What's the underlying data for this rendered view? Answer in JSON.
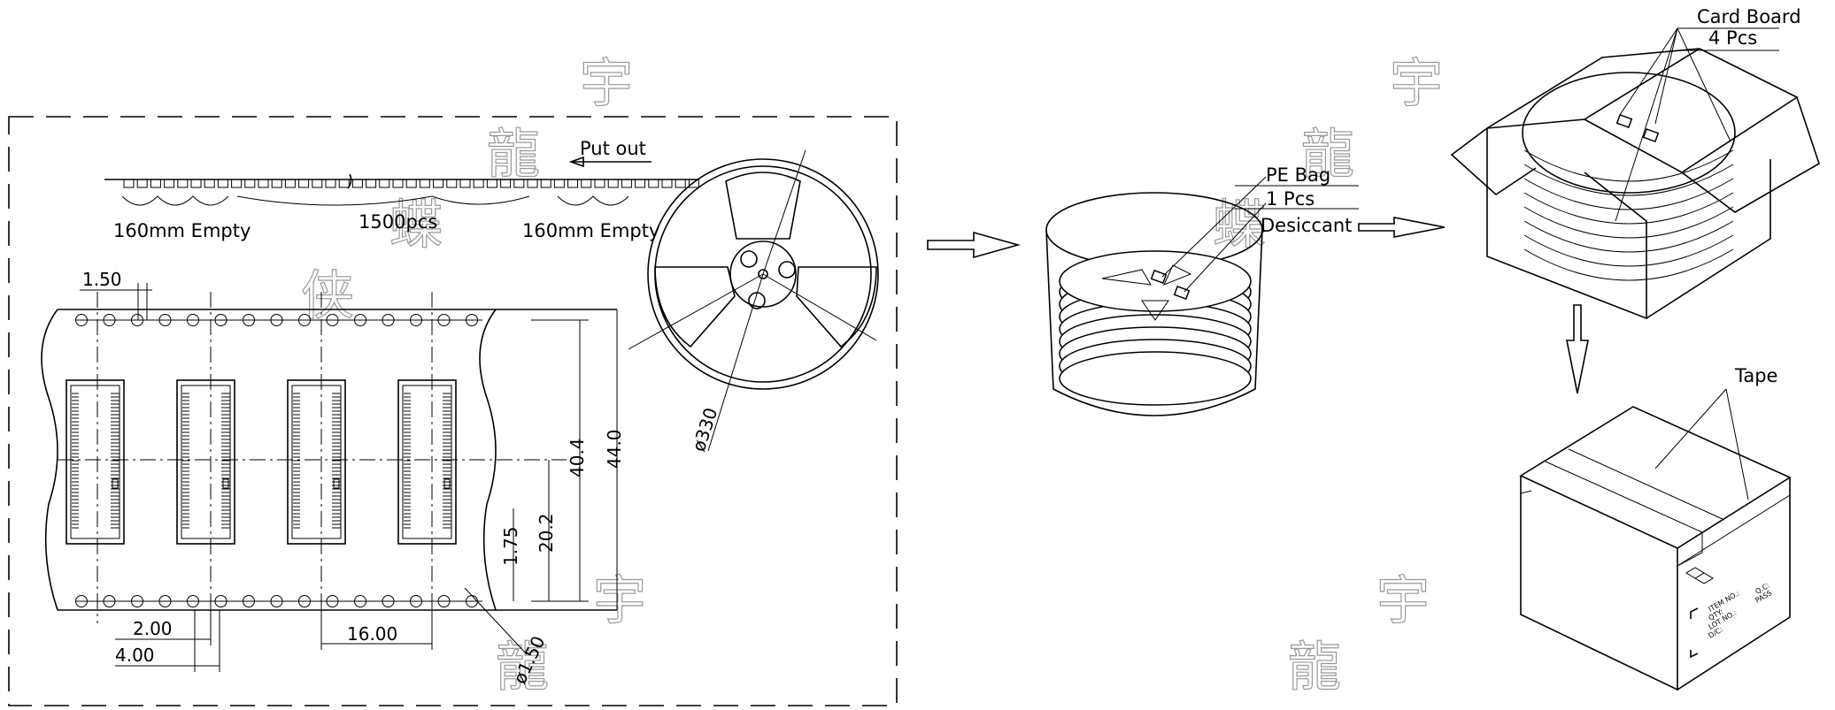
{
  "tape_reel": {
    "put_out": "Put out",
    "leader_empty": "160mm Empty",
    "component_count": "1500pcs",
    "trailer_empty": "160mm Empty",
    "reel_diameter": "ø330"
  },
  "tape_dimensions": {
    "hole_diameter": "1.50",
    "hole_pitch": "2.00",
    "sprocket_pitch": "4.00",
    "component_pitch": "16.00",
    "hole_edge_offset": "1.75",
    "center_offset": "20.2",
    "hole_row_span": "40.4",
    "tape_width": "44.0",
    "cavity_hole": "ø1.50"
  },
  "pe_bag": {
    "bag_label": "PE Bag",
    "pcs_label": "1 Pcs",
    "desiccant_label": "Desiccant"
  },
  "carton_open": {
    "card_board": "Card Board",
    "card_board_qty": "4 Pcs"
  },
  "carton_closed": {
    "tape_label": "Tape",
    "box_label_lines": [
      "ITEM NO.:",
      "QTY:",
      "LOT NO.:",
      "D/C:",
      "Q.C:",
      "PASS"
    ]
  },
  "watermark": {
    "chars": [
      "宇",
      "龍",
      "蝶",
      "侠"
    ]
  }
}
